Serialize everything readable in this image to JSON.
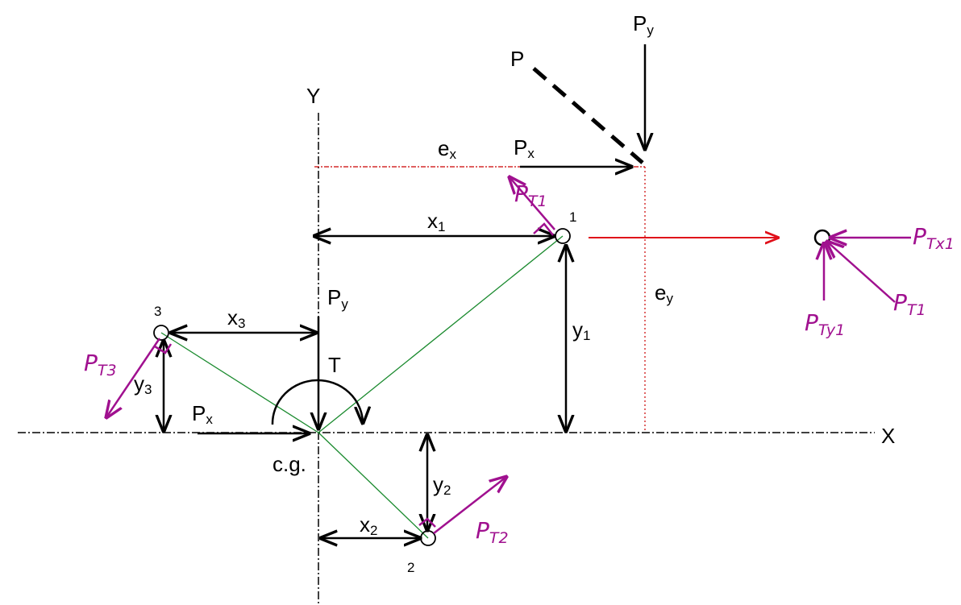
{
  "axes": {
    "x_label": "X",
    "y_label": "Y",
    "origin_label": "c.g."
  },
  "load": {
    "P": "P",
    "Py_top": {
      "main": "P",
      "sub": "y"
    },
    "Px_top": {
      "main": "P",
      "sub": "x"
    },
    "ex": {
      "main": "e",
      "sub": "x"
    },
    "ey": {
      "main": "e",
      "sub": "y"
    },
    "Py_cg": {
      "main": "P",
      "sub": "y"
    },
    "Px_cg": {
      "main": "P",
      "sub": "x"
    },
    "T": "T"
  },
  "bolts": [
    {
      "id": "1",
      "x": {
        "main": "x",
        "sub": "1"
      },
      "y": {
        "main": "y",
        "sub": "1"
      },
      "force": {
        "main": "P",
        "sub": "T1"
      }
    },
    {
      "id": "2",
      "x": {
        "main": "x",
        "sub": "2"
      },
      "y": {
        "main": "y",
        "sub": "2"
      },
      "force": {
        "main": "P",
        "sub": "T2"
      }
    },
    {
      "id": "3",
      "x": {
        "main": "x",
        "sub": "3"
      },
      "y": {
        "main": "y",
        "sub": "3"
      },
      "force": {
        "main": "P",
        "sub": "T3"
      }
    }
  ],
  "detail": {
    "PTx1": {
      "main": "P",
      "sub": "Tx1"
    },
    "PT1": {
      "main": "P",
      "sub": "T1"
    },
    "PTy1": {
      "main": "P",
      "sub": "Ty1"
    }
  },
  "colors": {
    "radius": "#1a8a2e",
    "handwriting": "#a0108f",
    "eccentricity": "#cc0000",
    "detail_arrow": "#e0101a"
  }
}
